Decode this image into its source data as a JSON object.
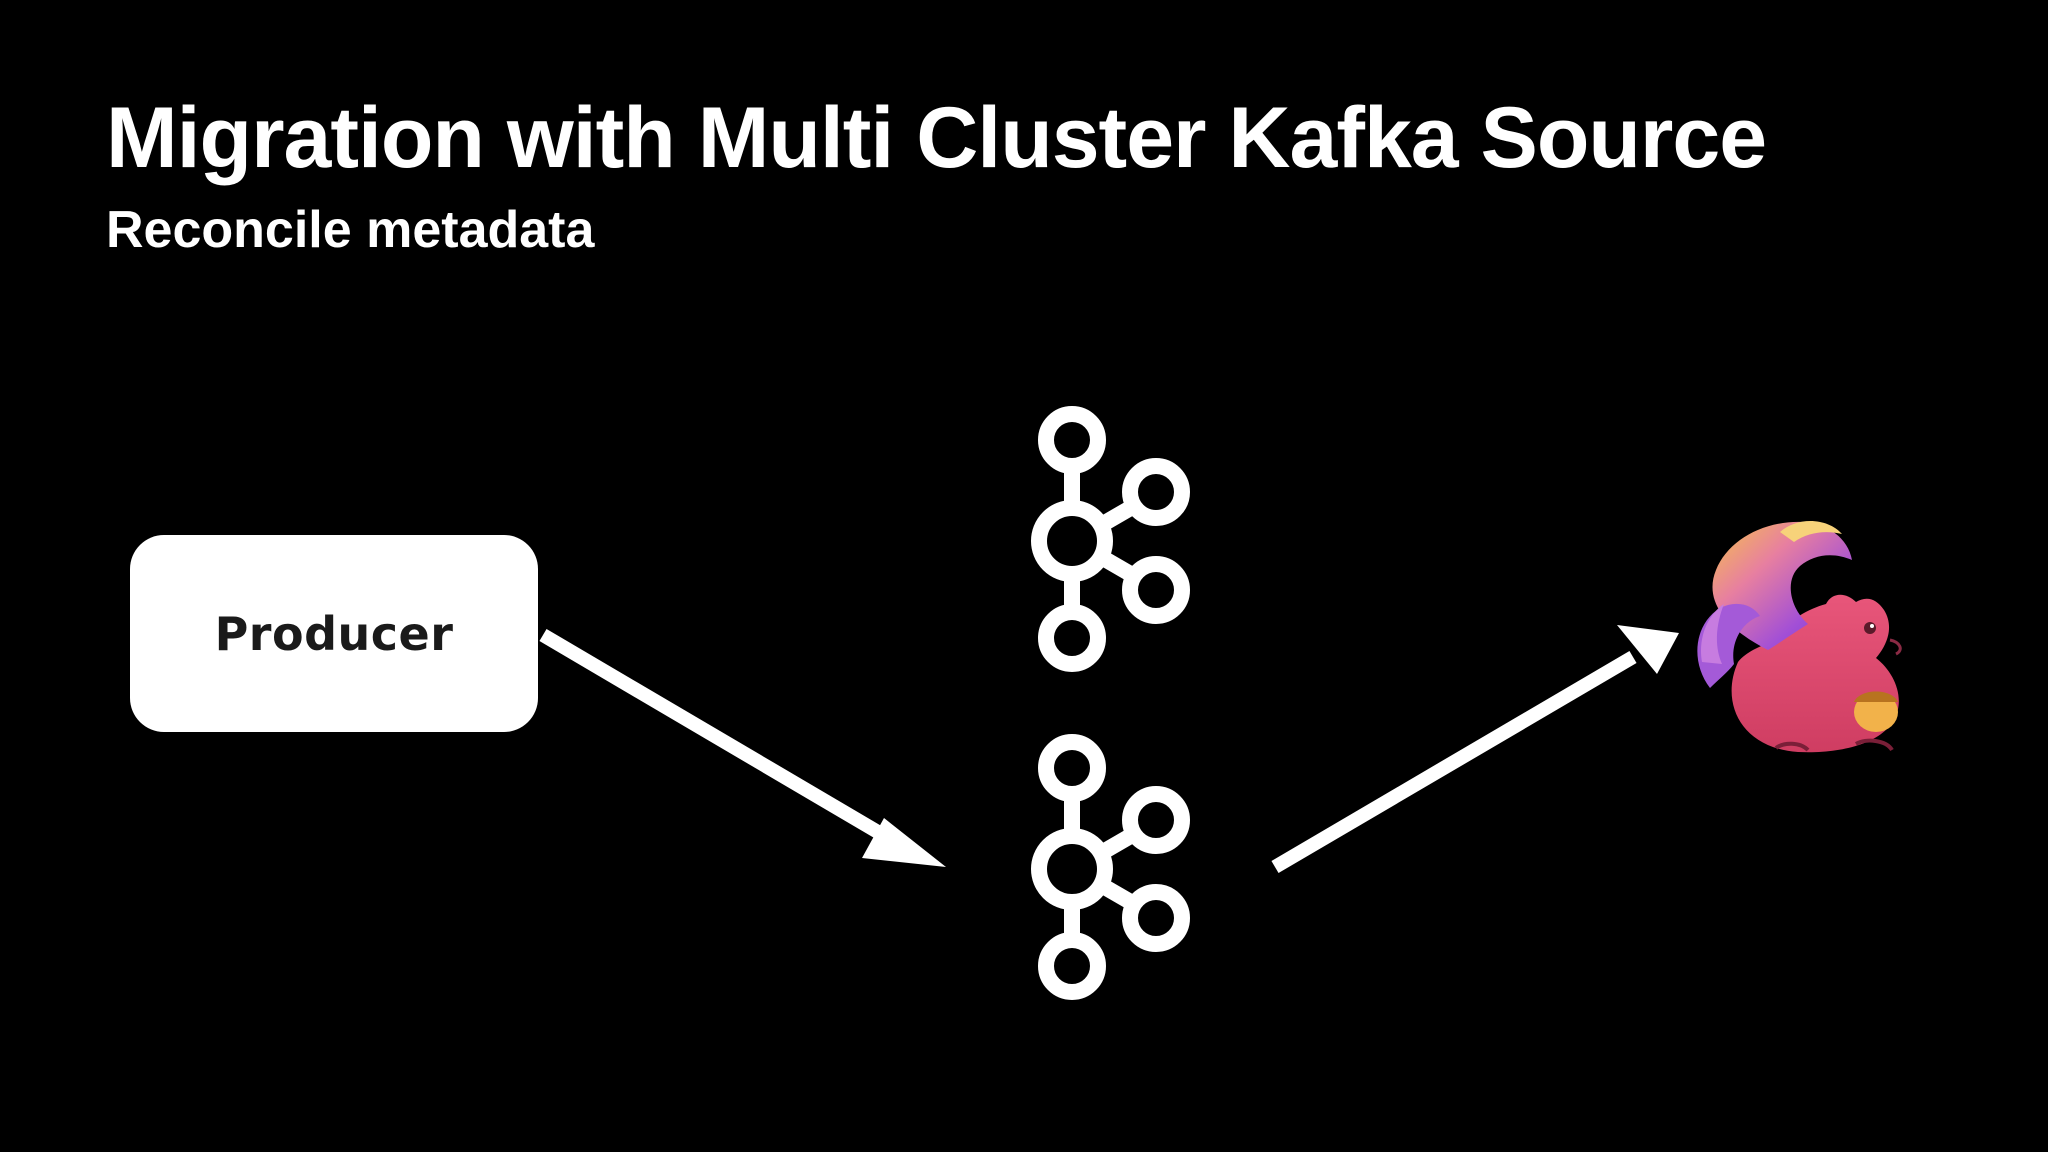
{
  "slide": {
    "title": "Migration with Multi Cluster Kafka Source",
    "subtitle": "Reconcile metadata"
  },
  "diagram": {
    "producer": {
      "label": "Producer"
    },
    "clusters": [
      {
        "icon": "kafka-icon"
      },
      {
        "icon": "kafka-icon"
      }
    ],
    "consumer": {
      "icon": "flink-squirrel-logo"
    }
  },
  "colors": {
    "background": "#000000",
    "foreground": "#ffffff",
    "flink_pink": "#e0456a",
    "flink_purple": "#9a4fd1",
    "flink_gold": "#f2b24a"
  }
}
